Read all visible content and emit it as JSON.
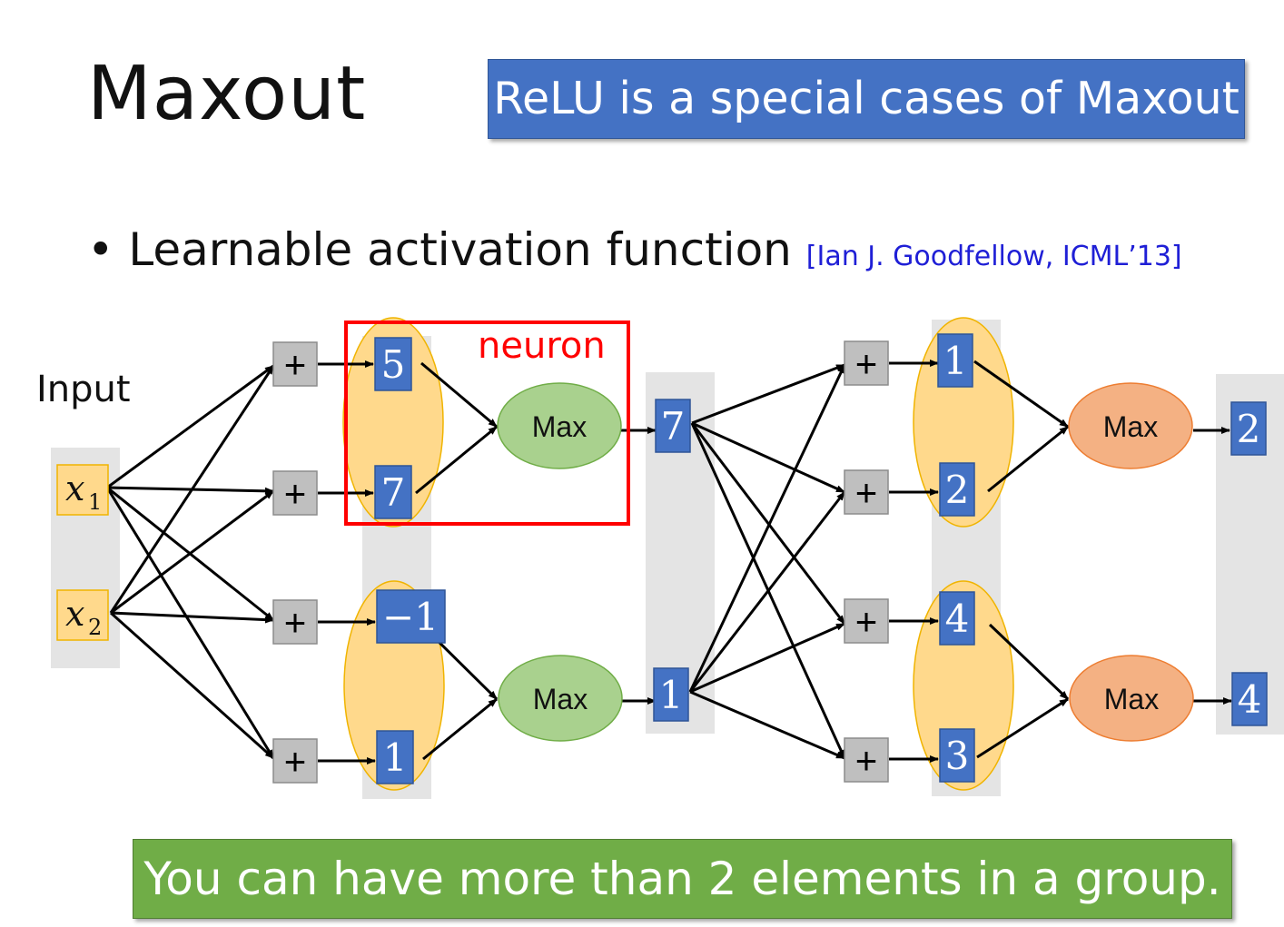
{
  "title": "Maxout",
  "banner_top": "ReLU is a special cases of Maxout",
  "bullet": {
    "marker": "•",
    "text": "Learnable activation function",
    "citation": "[Ian J. Goodfellow, ICML’13]"
  },
  "input_label": "Input",
  "neuron_label": "neuron",
  "inputs": {
    "x1_base": "x",
    "x1_sub": "1",
    "x2_base": "x",
    "x2_sub": "2"
  },
  "plus_symbol": "+",
  "layer1": {
    "z": [
      "5",
      "7",
      "−1",
      "1"
    ],
    "max_label": "Max",
    "outputs": [
      "7",
      "1"
    ]
  },
  "layer2": {
    "z": [
      "1",
      "2",
      "4",
      "3"
    ],
    "max_label": "Max",
    "outputs": [
      "2",
      "4"
    ]
  },
  "banner_bottom": "You can have more than 2 elements in a group.",
  "colors": {
    "blue_box": "#4472c4",
    "green_max": "#a9d18e",
    "orange_max": "#f4b183",
    "group_ellipse": "#ffd98c",
    "input_box": "#ffd98c",
    "plus_box": "#bfbfbf",
    "column_bg": "#e4e4e4",
    "neuron_frame": "#ff0000",
    "banner_blue": "#4472c4",
    "banner_green": "#70ad47"
  }
}
